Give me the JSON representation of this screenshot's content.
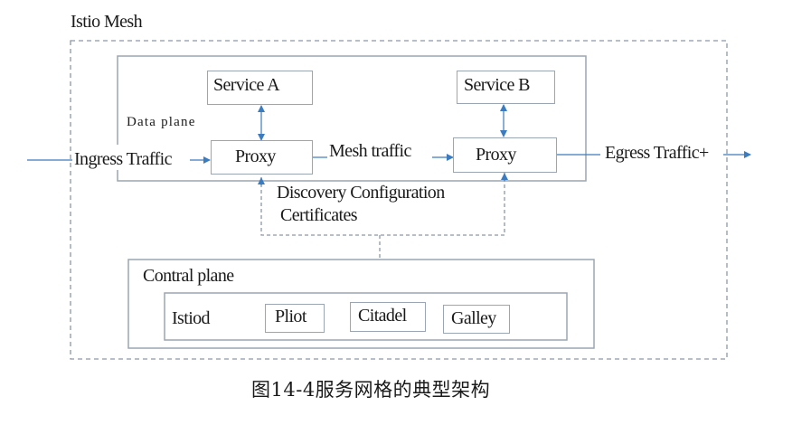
{
  "mesh": {
    "title": "Istio Mesh"
  },
  "data_plane": {
    "label": "Data plane",
    "service_a": "Service A",
    "service_b": "Service B",
    "proxy_a": "Proxy",
    "proxy_b": "Proxy",
    "mesh_traffic": "Mesh traffic"
  },
  "traffic": {
    "ingress": "Ingress Traffic",
    "egress": "Egress Traffic+"
  },
  "discovery": {
    "line1": "Discovery Configuration",
    "line2": "Certificates"
  },
  "control_plane": {
    "label": "Contral plane",
    "istiod": "Istiod",
    "components": [
      "Pliot",
      "Citadel",
      "Galley"
    ]
  },
  "caption": "图14-4服务网格的典型架构",
  "colors": {
    "line": "#9aa6b2",
    "arrow": "#3b7bbf",
    "dash": "#8c98a6"
  }
}
